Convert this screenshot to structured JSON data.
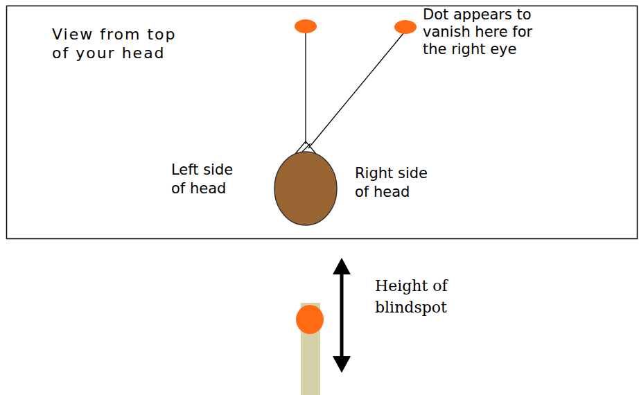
{
  "diagram": {
    "labels": [
      "View from top of your head",
      "Dot appears to vanish here for the right eye",
      "Left side of head",
      "Right side of head",
      "Height of blindspot"
    ]
  }
}
